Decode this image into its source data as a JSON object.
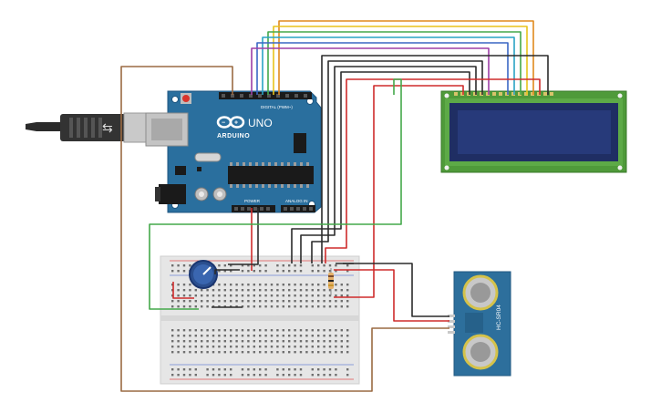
{
  "arduino": {
    "brand": "ARDUINO",
    "model": "UNO",
    "digital_label": "DIGITAL (PWM~)",
    "power_label": "POWER",
    "analog_label": "ANALOG IN",
    "board_color": "#2a6f9e"
  },
  "lcd": {
    "screen_color": "#273a7a",
    "pcb_color": "#4f9a3a"
  },
  "sensor": {
    "model": "HC-SR04",
    "pcb_color": "#2d6f9c"
  },
  "wire_colors": {
    "orange": "#e08a1e",
    "yellow": "#e8c31c",
    "green": "#44a84a",
    "cyan": "#29a3c4",
    "blue": "#3a67c4",
    "purple": "#9d3fa6",
    "black": "#2b2b2b",
    "red": "#cf2b2b",
    "brown": "#9a6a42"
  },
  "icons": [
    "usb-plug-icon",
    "potentiometer-icon",
    "resistor-icon",
    "reset-button-icon"
  ]
}
